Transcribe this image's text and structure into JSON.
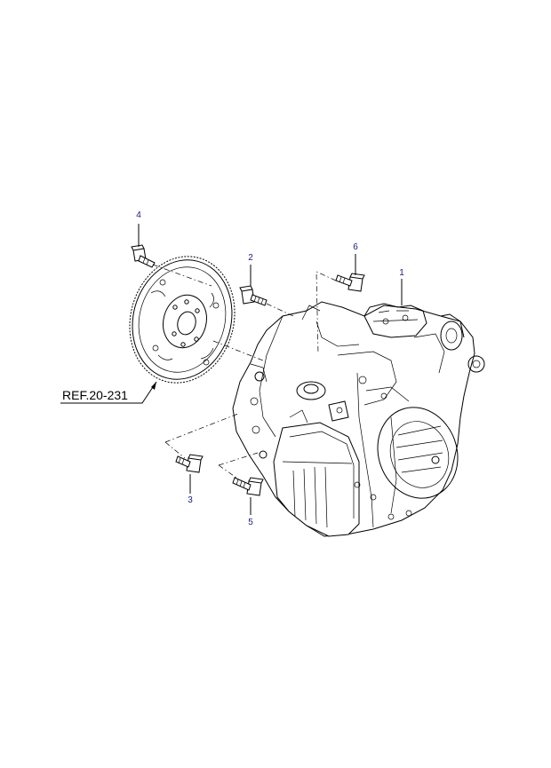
{
  "callouts": {
    "c1": "1",
    "c2": "2",
    "c3": "3",
    "c4": "4",
    "c5": "5",
    "c6": "6"
  },
  "reference": "REF.20-231",
  "colors": {
    "line": "#000000",
    "callout_text": "#1a1a8c",
    "background": "#ffffff"
  }
}
